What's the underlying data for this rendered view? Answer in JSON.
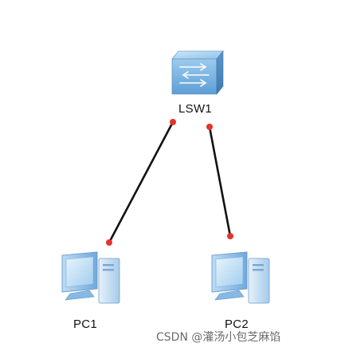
{
  "nodes": {
    "lsw1": {
      "label": "LSW1",
      "kind": "switch",
      "icon": "switch-icon"
    },
    "pc1": {
      "label": "PC1",
      "kind": "pc",
      "icon": "pc-icon"
    },
    "pc2": {
      "label": "PC2",
      "kind": "pc",
      "icon": "pc-icon"
    }
  },
  "links": [
    {
      "from": "pc1",
      "to": "lsw1",
      "color": "#111111"
    },
    {
      "from": "pc2",
      "to": "lsw1",
      "color": "#111111"
    }
  ],
  "colors": {
    "link": "#111111",
    "port_dot": "#e8312a",
    "switch_face": "#7fb8e6",
    "pc_body": "#8ec3ea"
  },
  "watermark": "CSDN @灌汤小包芝麻馅"
}
